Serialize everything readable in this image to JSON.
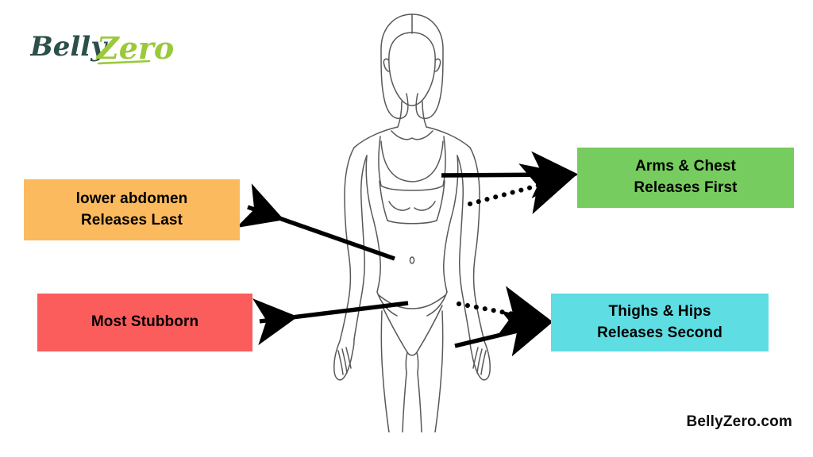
{
  "brand": {
    "logo_text_part1": "Belly",
    "logo_text_part2": "Zero",
    "logo_color_part1": "#2d4f4a",
    "logo_color_part2": "#9ac93a",
    "site_name": "BellyZero.com"
  },
  "illustration": {
    "name": "female-body-line-drawing",
    "description": "Line-art front view of a female figure wearing a sports bra and bikini bottom",
    "stroke_color": "#58585a"
  },
  "callouts": [
    {
      "id": "lower-abdomen",
      "line1": "lower abdomen",
      "line2": "Releases Last",
      "color": "#FBBA5E"
    },
    {
      "id": "most-stubborn",
      "line1": "Most Stubborn",
      "line2": "",
      "color": "#FB5C5C"
    },
    {
      "id": "arms-chest",
      "line1": "Arms & Chest",
      "line2": "Releases First",
      "color": "#76CC5E"
    },
    {
      "id": "thighs-hips",
      "line1": "Thighs & Hips",
      "line2": "Releases Second",
      "color": "#5EDDE2"
    }
  ],
  "connectors": [
    {
      "id": "abdomen-arrow",
      "style": "solid",
      "points": "from navel to lower-abdomen box"
    },
    {
      "id": "stubborn-arrow",
      "style": "solid",
      "points": "from lower belly to most-stubborn box"
    },
    {
      "id": "arms-solid-arrow",
      "style": "solid",
      "points": "from upper arm to arms-chest box"
    },
    {
      "id": "chest-dotted-arrow",
      "style": "dotted",
      "points": "from chest side to arms-chest box"
    },
    {
      "id": "hips-dotted-arrow",
      "style": "dotted",
      "points": "from hip to thighs-hips box"
    },
    {
      "id": "thighs-solid-arrow",
      "style": "solid",
      "points": "from thigh to thighs-hips box"
    }
  ]
}
